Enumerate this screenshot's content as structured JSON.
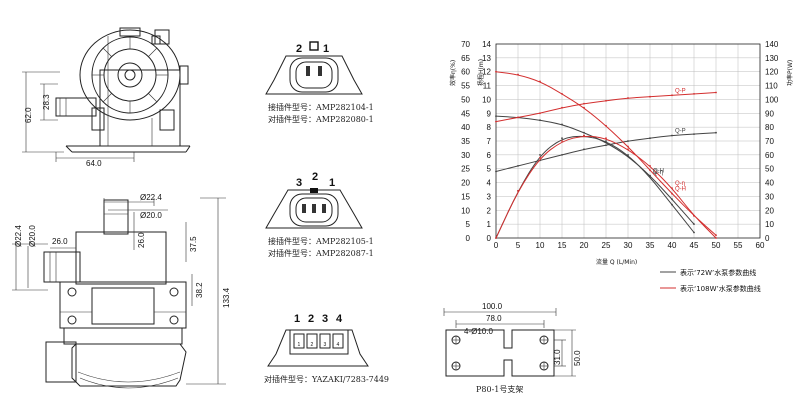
{
  "pump": {
    "top_dims": {
      "d_28_3": "28.3",
      "d_62": "62.0",
      "d_64": "64.0"
    },
    "front_dims": {
      "d_22_4_top": "Ø22.4",
      "d_20_top": "Ø20.0",
      "d_22_4_side": "Ø22.4",
      "d_20_side": "Ø20.0",
      "d_26_h": "26.0",
      "d_26_v": "26.0",
      "d_37_5": "37.5",
      "d_38_2": "38.2",
      "d_133_4": "133.4"
    }
  },
  "connectors": [
    {
      "pins": [
        "2",
        "1"
      ],
      "pin_marks": [],
      "labels": [
        "接插件型号：AMP282104-1",
        "对插件型号：AMP282080-1"
      ]
    },
    {
      "pins": [
        "3",
        "2",
        "1"
      ],
      "pin_marks": [],
      "labels": [
        "接插件型号：AMP282105-1",
        "对插件型号：AMP282087-1"
      ]
    },
    {
      "pins": [
        "1",
        "2",
        "3",
        "4"
      ],
      "pin_marks": [
        "1",
        "2",
        "3",
        "4"
      ],
      "labels": [
        "对插件型号：YAZAKI/7283-7449"
      ]
    }
  ],
  "bracket": {
    "d_100": "100.0",
    "d_78": "78.0",
    "d_holes": "4-Ø10.0",
    "d_31": "31.0",
    "d_50": "50.0",
    "caption": "P80-1号支架"
  },
  "chart_data": {
    "type": "line",
    "x": [
      0,
      5,
      10,
      15,
      20,
      25,
      30,
      35,
      40,
      45,
      50
    ],
    "xlim": [
      0,
      60
    ],
    "xticks": [
      "0",
      "5",
      "10",
      "15",
      "20",
      "25",
      "30",
      "35",
      "40",
      "45",
      "50",
      "55",
      "60"
    ],
    "xlabel": "流量 Q (L/Min)",
    "ylim_left": [
      0,
      70
    ],
    "yticks_left": [
      "0",
      "5",
      "10",
      "15",
      "20",
      "25",
      "30",
      "35",
      "40",
      "45",
      "50",
      "55",
      "60",
      "65",
      "70"
    ],
    "ylabel_left_1": "效率η(%)",
    "ylabel_left_2": "扬程H(m)",
    "yticks_left_h": [
      "0",
      "1",
      "2",
      "3",
      "4",
      "5",
      "6",
      "7",
      "8",
      "9",
      "10",
      "11",
      "12",
      "13",
      "14"
    ],
    "ylim_right": [
      0,
      140
    ],
    "yticks_right": [
      "0",
      "10",
      "20",
      "30",
      "40",
      "50",
      "60",
      "70",
      "80",
      "90",
      "100",
      "110",
      "120",
      "130",
      "140"
    ],
    "ylabel_right": "功率P(W)",
    "series": [
      {
        "name": "Q-H",
        "color": "#444444",
        "axis": "H",
        "values": [
          8.8,
          8.7,
          8.5,
          8.2,
          7.6,
          6.9,
          5.9,
          4.5,
          2.8,
          1.0,
          null
        ]
      },
      {
        "name": "Q-P",
        "color": "#444444",
        "axis": "P",
        "values": [
          48,
          52,
          56,
          60,
          64,
          67,
          70,
          72,
          74,
          75,
          76
        ]
      },
      {
        "name": "Q-η",
        "color": "#444444",
        "axis": "eta",
        "values": [
          0,
          17,
          30,
          36,
          37,
          35,
          30,
          22,
          12,
          2,
          null
        ]
      },
      {
        "name": "Q-H",
        "color": "#d32f2f",
        "axis": "H",
        "values": [
          12.0,
          11.8,
          11.3,
          10.4,
          9.4,
          8.1,
          6.6,
          4.9,
          3.2,
          1.6,
          0.2
        ]
      },
      {
        "name": "Q-P",
        "color": "#d32f2f",
        "axis": "P",
        "values": [
          84,
          87,
          90,
          94,
          97,
          99,
          101,
          102,
          103,
          104,
          105
        ]
      },
      {
        "name": "Q-η",
        "color": "#d32f2f",
        "axis": "eta",
        "values": [
          0,
          17,
          29,
          35,
          37,
          36,
          32,
          26,
          18,
          8,
          0
        ]
      }
    ],
    "legend": [
      {
        "label": "表示‘72W’水泵参数曲线",
        "color": "#444444"
      },
      {
        "label": "表示‘108W’水泵参数曲线",
        "color": "#d32f2f"
      }
    ],
    "legend_position": "bottom-right"
  }
}
